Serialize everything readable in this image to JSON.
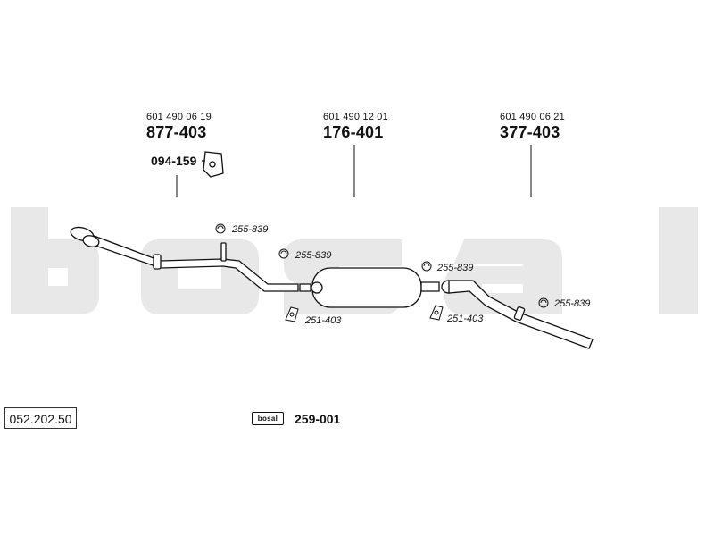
{
  "diagram": {
    "diagram_number": "052.202.50",
    "brand": "bosal",
    "kit_part_number": "259-001",
    "parts": [
      {
        "oem": "601 490 06 19",
        "number": "877-403",
        "sub_number": "094-159"
      },
      {
        "oem": "601 490 12 01",
        "number": "176-401"
      },
      {
        "oem": "601 490 06 21",
        "number": "377-403"
      }
    ],
    "accessory_labels": {
      "a1": "255-839",
      "a2": "255-839",
      "a3": "255-839",
      "a4": "255-839",
      "a5": "251-403",
      "a6": "251-403"
    },
    "colors": {
      "watermark": "#e8e8e8",
      "line": "#111111"
    }
  }
}
